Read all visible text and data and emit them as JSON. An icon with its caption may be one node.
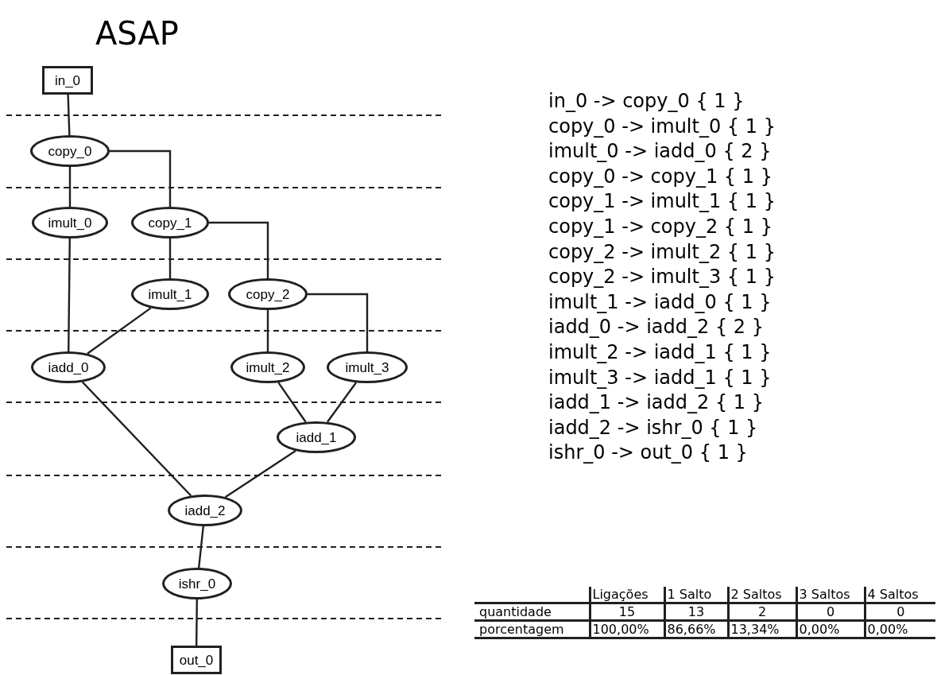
{
  "diagram": {
    "title": "ASAP",
    "nodes": [
      {
        "text": [
          "in_0"
        ]
      },
      {
        "text": [
          "copy_0"
        ]
      },
      {
        "text": [
          "imult_0"
        ]
      },
      {
        "text": [
          "copy_1"
        ]
      },
      {
        "text": [
          "imult_1"
        ]
      },
      {
        "text": [
          "copy_2"
        ]
      },
      {
        "text": [
          "iadd_0"
        ]
      },
      {
        "text": [
          "imult_2"
        ]
      },
      {
        "text": [
          "imult_3"
        ]
      },
      {
        "text": [
          "iadd_1"
        ]
      },
      {
        "text": [
          "iadd_2"
        ]
      },
      {
        "text": [
          "ishr_0"
        ]
      },
      {
        "text": [
          "out_0"
        ]
      }
    ],
    "edges": [
      {
        "from": 0,
        "to": 1,
        "arrow": "none"
      },
      {
        "from": 1,
        "to": 2,
        "arrow": "none"
      },
      {
        "from": 1,
        "to": 3,
        "arrow": "none"
      },
      {
        "from": 3,
        "to": 4,
        "arrow": "none"
      },
      {
        "from": 3,
        "to": 5,
        "arrow": "none"
      },
      {
        "from": 5,
        "to": 7,
        "arrow": "none"
      },
      {
        "from": 5,
        "to": 8,
        "arrow": "none"
      },
      {
        "from": 2,
        "to": 6,
        "arrow": "none"
      },
      {
        "from": 4,
        "to": 6,
        "arrow": "none"
      },
      {
        "from": 6,
        "to": 10,
        "arrow": "none"
      },
      {
        "from": 7,
        "to": 9,
        "arrow": "none"
      },
      {
        "from": 8,
        "to": 9,
        "arrow": "none"
      },
      {
        "from": 9,
        "to": 10,
        "arrow": "none"
      },
      {
        "from": 10,
        "to": 11,
        "arrow": "none"
      },
      {
        "from": 11,
        "to": 12,
        "arrow": "none"
      }
    ],
    "labels": [
      "in_0 -> copy_0 { 1 }",
      "copy_0 -> imult_0 { 1 }",
      "imult_0 -> iadd_0 { 2 }",
      "copy_0 -> copy_1 { 1 }",
      "copy_1 -> imult_1 { 1 }",
      "copy_1 -> copy_2 { 1 }",
      "copy_2 -> imult_2 { 1 }",
      "copy_2 -> imult_3 { 1 }",
      "imult_1 -> iadd_0 { 1 }",
      "iadd_0 -> iadd_2 { 2 }",
      "imult_2 -> iadd_1 { 1 }",
      "imult_3 -> iadd_1 { 1 }",
      "iadd_1 -> iadd_2 { 1 }",
      "iadd_2 -> ishr_0 { 1 }",
      "ishr_0 -> out_0 { 1 }",
      "Ligações",
      "1 Salto",
      "2 Saltos",
      "3 Saltos",
      "4 Saltos",
      "quantidade",
      "15",
      "13",
      "2",
      "0",
      "0",
      "porcentagem",
      "100,00%",
      "86,66%",
      "13,34%",
      "0,00%",
      "0,00%"
    ]
  }
}
